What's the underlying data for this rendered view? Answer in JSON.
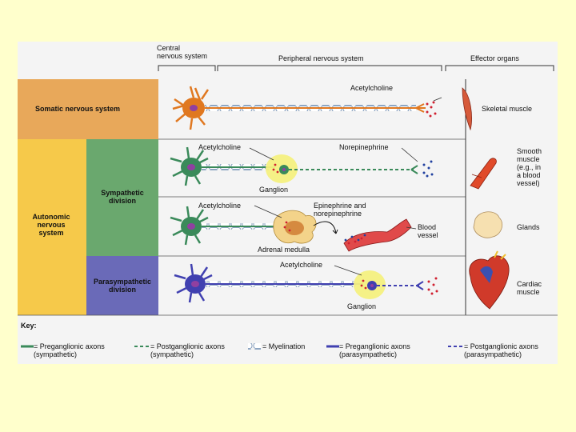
{
  "header": {
    "central": "Central\nnervous system",
    "peripheral": "Peripheral nervous system",
    "effector": "Effector organs"
  },
  "divisions": {
    "somatic": "Somatic nervous system",
    "autonomic": "Autonomic\nnervous\nsystem",
    "sympathetic": "Sympathetic\ndivision",
    "parasympathetic": "Parasympathetic\ndivision"
  },
  "labels": {
    "ach_somatic": "Acetylcholine",
    "ach_symp": "Acetylcholine",
    "norepinephrine": "Norepinephrine",
    "ganglion_symp": "Ganglion",
    "ach_adrenal": "Acetylcholine",
    "epi_norepi": "Epinephrine and\nnorepinephrine",
    "adrenal_medulla": "Adrenal medulla",
    "blood_vessel": "Blood\nvessel",
    "ach_para": "Acetylcholine",
    "ganglion_para": "Ganglion"
  },
  "effectors": {
    "skeletal": "Skeletal muscle",
    "smooth": "Smooth\nmuscle\n(e.g., in\na blood\nvessel)",
    "glands": "Glands",
    "cardiac": "Cardiac\nmuscle"
  },
  "key": {
    "title": "Key:",
    "items": [
      "= Preganglionic axons\n(sympathetic)",
      "= Postganglionic axons\n(sympathetic)",
      "= Myelination",
      "= Preganglionic axons\n(parasympathetic)",
      "= Postganglionic axons\n(parasympathetic)"
    ]
  },
  "colors": {
    "somatic": "#e8a85a",
    "autonomic": "#f6c94a",
    "sympathetic": "#6aa86e",
    "parasympathetic": "#6a6ab8",
    "neuron_orange": "#e07820",
    "neuron_green": "#3a8a5a",
    "neuron_purple": "#4040b0",
    "dots_red": "#d02030",
    "dots_blue": "#2040a0"
  }
}
